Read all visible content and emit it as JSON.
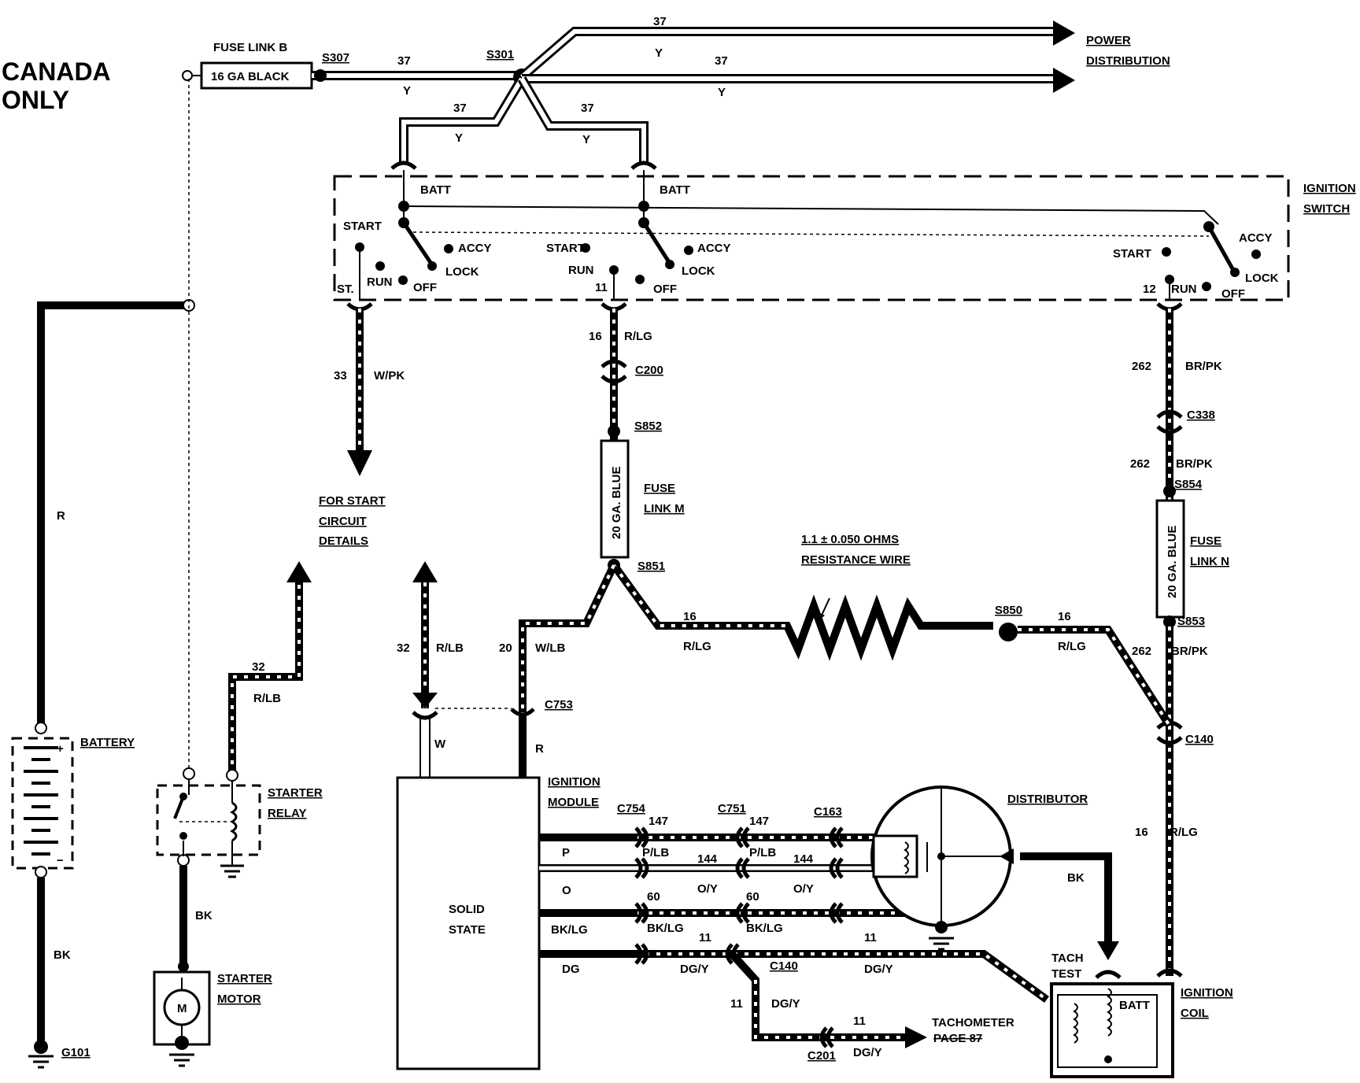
{
  "title": {
    "line1": "CANADA",
    "line2": "ONLY"
  },
  "power": {
    "line1": "POWER",
    "line2": "DISTRIBUTION"
  },
  "fuse_link_b": {
    "title": "FUSE LINK B",
    "body": "16 GA BLACK"
  },
  "splices": {
    "s307": "S307",
    "s301": "S301",
    "s852": "S852",
    "s851": "S851",
    "s850": "S850",
    "s854": "S854",
    "s853": "S853"
  },
  "connectors": {
    "c200": "C200",
    "c338": "C338",
    "c753": "C753",
    "c140_top": "C140",
    "c754": "C754",
    "c751": "C751",
    "c163": "C163",
    "c140_bot": "C140",
    "c201": "C201"
  },
  "ignition_switch": {
    "title1": "IGNITION",
    "title2": "SWITCH",
    "batt": "BATT",
    "start": "START",
    "accy": "ACCY",
    "lock": "LOCK",
    "run": "RUN",
    "off": "OFF",
    "st": "ST."
  },
  "wires": {
    "c37": "37",
    "y": "Y",
    "c33": "33",
    "wpk": "W/PK",
    "c16": "16",
    "rlg": "R/LG",
    "c11": "11",
    "c12": "12",
    "c262": "262",
    "brpk": "BR/PK",
    "c32": "32",
    "rlb": "R/LB",
    "c20": "20",
    "wlb": "W/LB",
    "r": "R",
    "w": "W",
    "bk": "BK",
    "p": "P",
    "o": "O",
    "bklg": "BK/LG",
    "dg": "DG",
    "c147": "147",
    "plb": "P/LB",
    "c144": "144",
    "oy": "O/Y",
    "c60": "60",
    "dgy": "DG/Y"
  },
  "start_circuit": {
    "line1": "FOR START",
    "line2": "CIRCUIT",
    "line3": "DETAILS"
  },
  "fuse_m": {
    "body": "20 GA. BLUE",
    "line1": "FUSE",
    "line2": "LINK M"
  },
  "fuse_n": {
    "body": "20 GA. BLUE",
    "line1": "FUSE",
    "line2": "LINK N"
  },
  "resistance": {
    "line1": "1.1 ± 0.050 OHMS",
    "line2": "RESISTANCE WIRE"
  },
  "battery": {
    "label": "BATTERY",
    "plus": "+",
    "minus": "−"
  },
  "starter_relay": {
    "line1": "STARTER",
    "line2": "RELAY"
  },
  "starter_motor": {
    "line1": "STARTER",
    "line2": "MOTOR",
    "m": "M"
  },
  "ground": {
    "g101": "G101"
  },
  "ignition_module": {
    "line1": "IGNITION",
    "line2": "MODULE",
    "body1": "SOLID",
    "body2": "STATE"
  },
  "distributor": {
    "label": "DISTRIBUTOR"
  },
  "tach_test": {
    "line1": "TACH",
    "line2": "TEST"
  },
  "ignition_coil": {
    "line1": "IGNITION",
    "line2": "COIL",
    "batt": "BATT"
  },
  "tachometer": {
    "label": "TACHOMETER",
    "page": "PAGE 87"
  }
}
